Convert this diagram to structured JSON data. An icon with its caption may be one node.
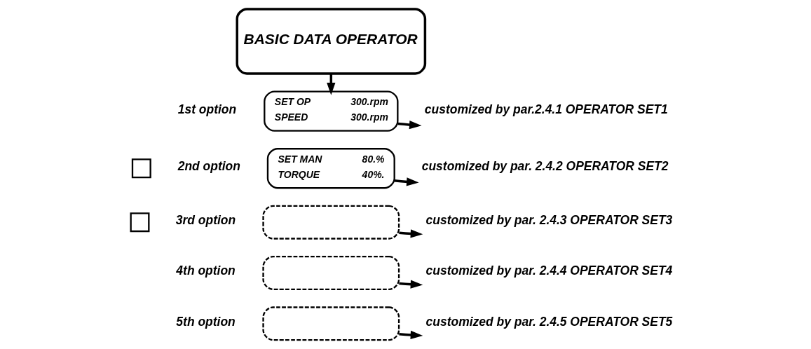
{
  "diagram": {
    "nodes": [
      {
        "text": [
          "BASIC DATA OPERATOR"
        ]
      },
      {
        "text": [
          "SET OP",
          "300.rpm",
          "SPEED",
          "300.rpm"
        ],
        "beside": [
          "1st option"
        ]
      },
      {
        "text": [
          "customized by par.2.4.1 OPERATOR SET1"
        ]
      },
      {
        "text": [
          "SET MAN",
          "80.%",
          "TORQUE",
          "40%."
        ],
        "beside": [
          "2nd option"
        ]
      },
      {
        "text": [
          "customized by par. 2.4.2 OPERATOR SET2"
        ]
      },
      {
        "text": [],
        "shape": "box",
        "beside": [
          "3rd option"
        ]
      },
      {
        "text": [
          "customized by par. 2.4.3 OPERATOR SET3"
        ]
      },
      {
        "text": [],
        "shape": "box",
        "beside": [
          "4th option"
        ]
      },
      {
        "text": [
          "customized by par. 2.4.4 OPERATOR SET4"
        ]
      },
      {
        "text": [],
        "shape": "box",
        "beside": [
          "5th option"
        ]
      },
      {
        "text": [
          "customized by par. 2.4.5 OPERATOR SET5"
        ]
      },
      {
        "text": [],
        "shape": "box"
      },
      {
        "text": [],
        "shape": "box"
      }
    ],
    "edges": [
      {
        "from": 0,
        "to": 1,
        "arrow": "to"
      },
      {
        "from": 1,
        "to": 2,
        "arrow": "to"
      },
      {
        "from": 3,
        "to": 4,
        "arrow": "to"
      },
      {
        "from": 5,
        "to": 6,
        "arrow": "to"
      },
      {
        "from": 7,
        "to": 8,
        "arrow": "to"
      },
      {
        "from": 9,
        "to": 10,
        "arrow": "to"
      }
    ]
  }
}
